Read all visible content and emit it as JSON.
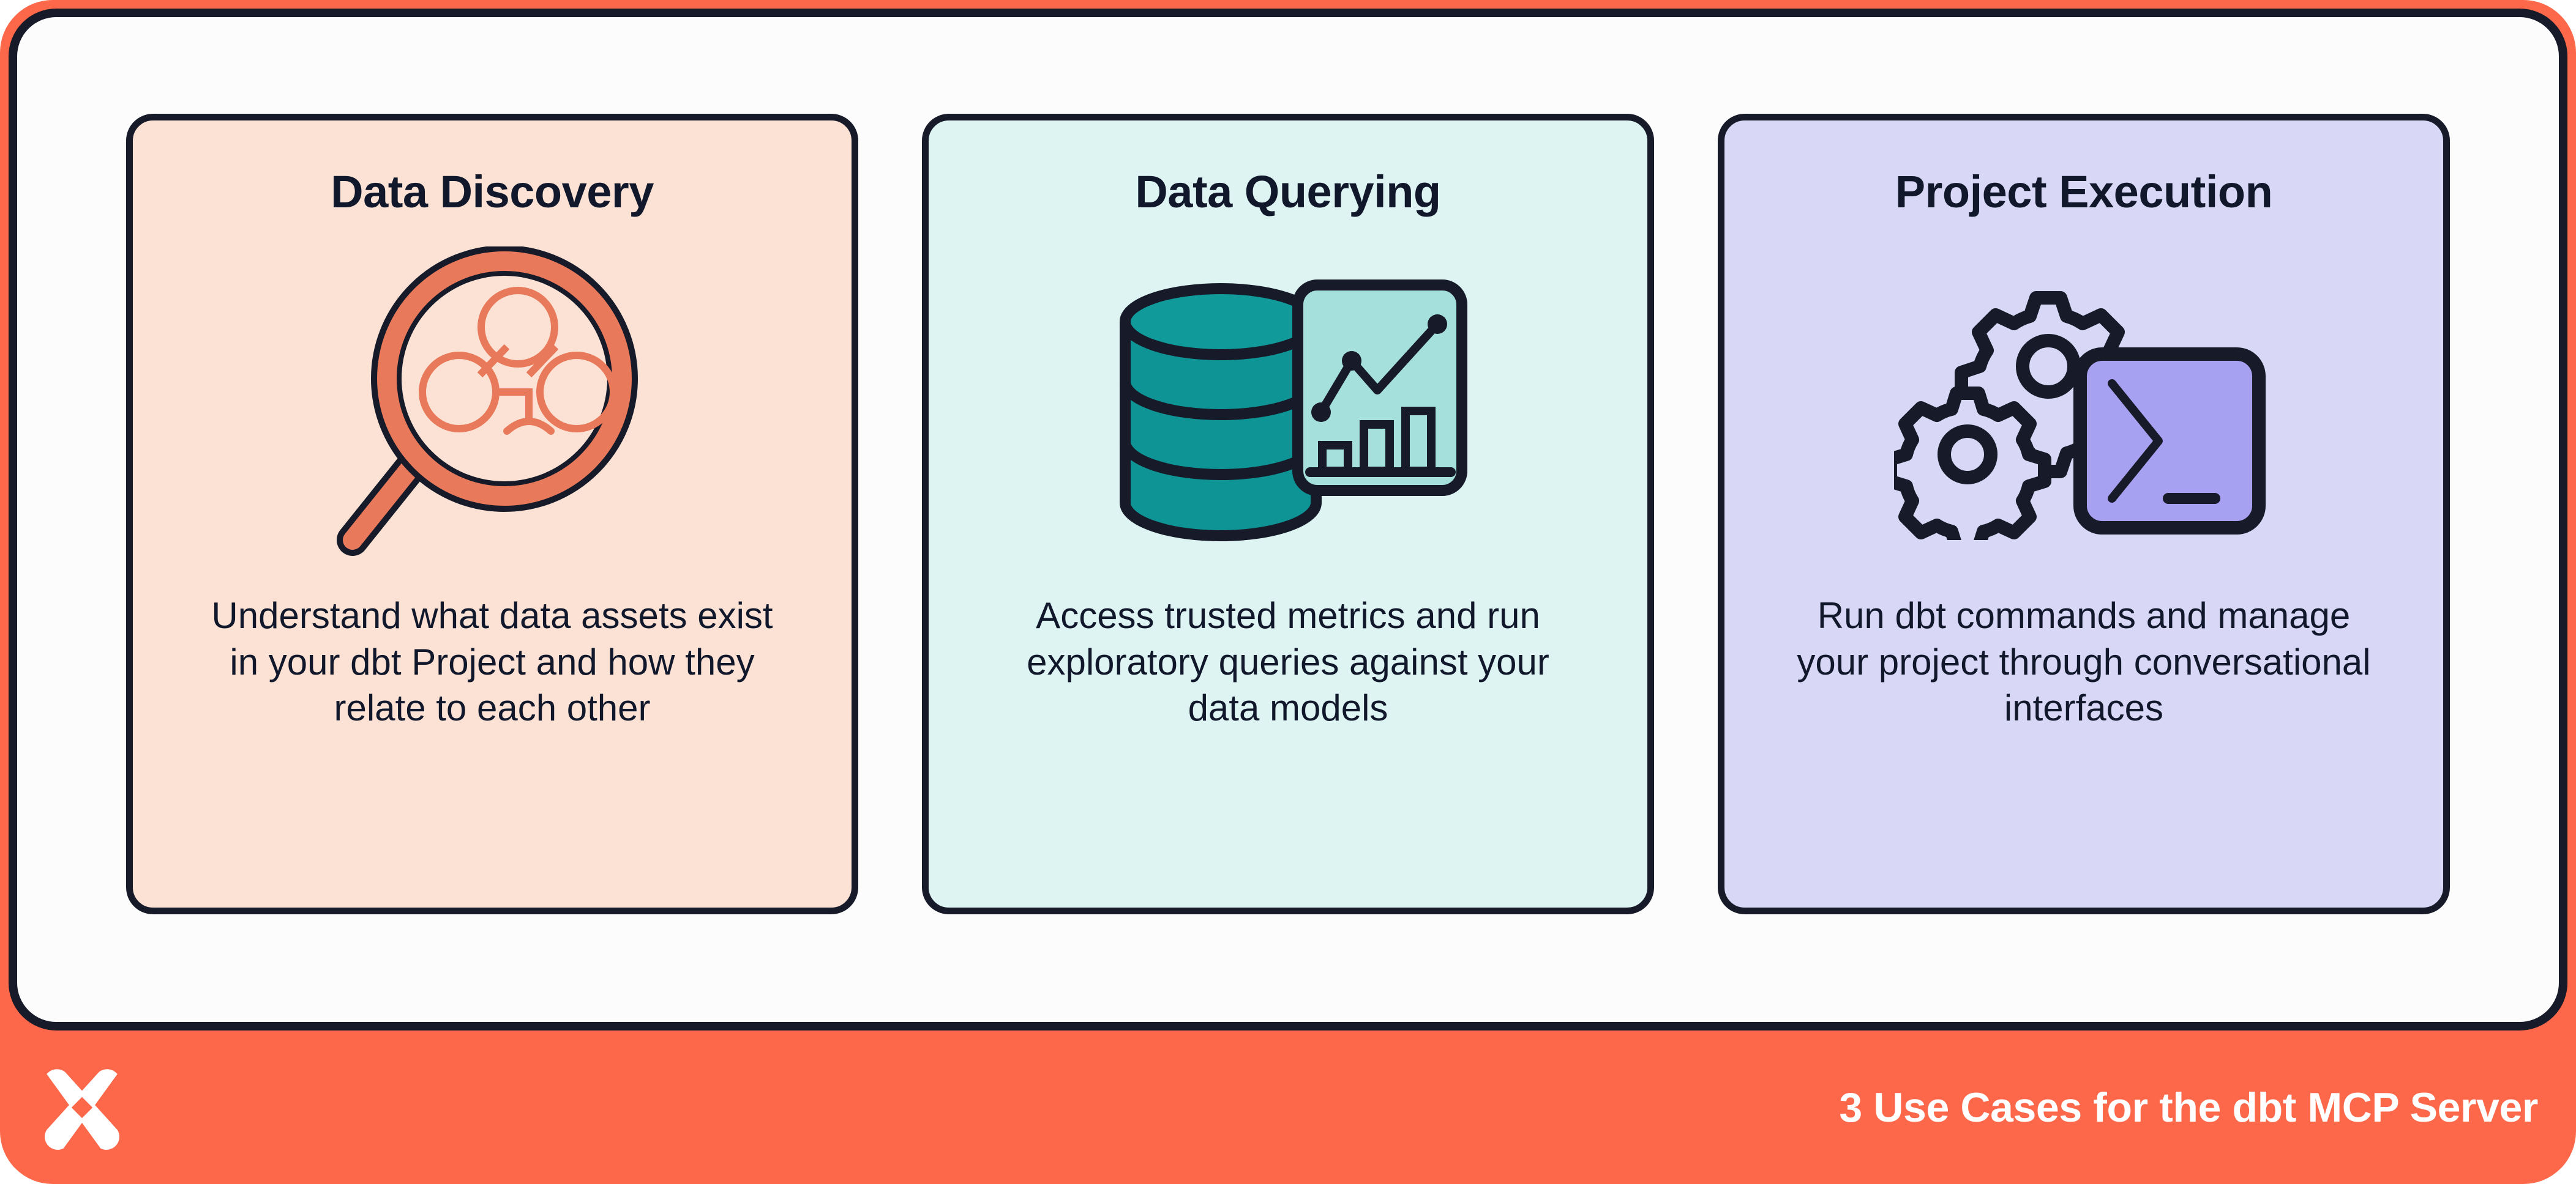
{
  "theme": {
    "page_background": "#FC6849",
    "panel_background": "#FCFCFC",
    "outline": "#161A29",
    "text": "#12182B",
    "footer_text": "#FFFFFF"
  },
  "cards": [
    {
      "title": "Data Discovery",
      "body": "Understand what data assets exist in your dbt Project and how they relate to each other",
      "background": "#FBE2D4",
      "icon": "magnifier-node-graph-icon",
      "icon_accent": "#E8795A"
    },
    {
      "title": "Data Querying",
      "body": "Access trusted metrics and run exploratory queries against your data models",
      "background": "#DDF4F2",
      "icon": "database-chart-icon",
      "icon_accent": "#0E9494"
    },
    {
      "title": "Project Execution",
      "body": "Run dbt commands and manage your project through conversational interfaces",
      "background": "#D8D7F5",
      "icon": "gears-terminal-icon",
      "icon_accent": "#A6A1F0"
    }
  ],
  "footer": {
    "logo": "dbt-logo",
    "title": "3 Use Cases for the dbt MCP Server"
  }
}
